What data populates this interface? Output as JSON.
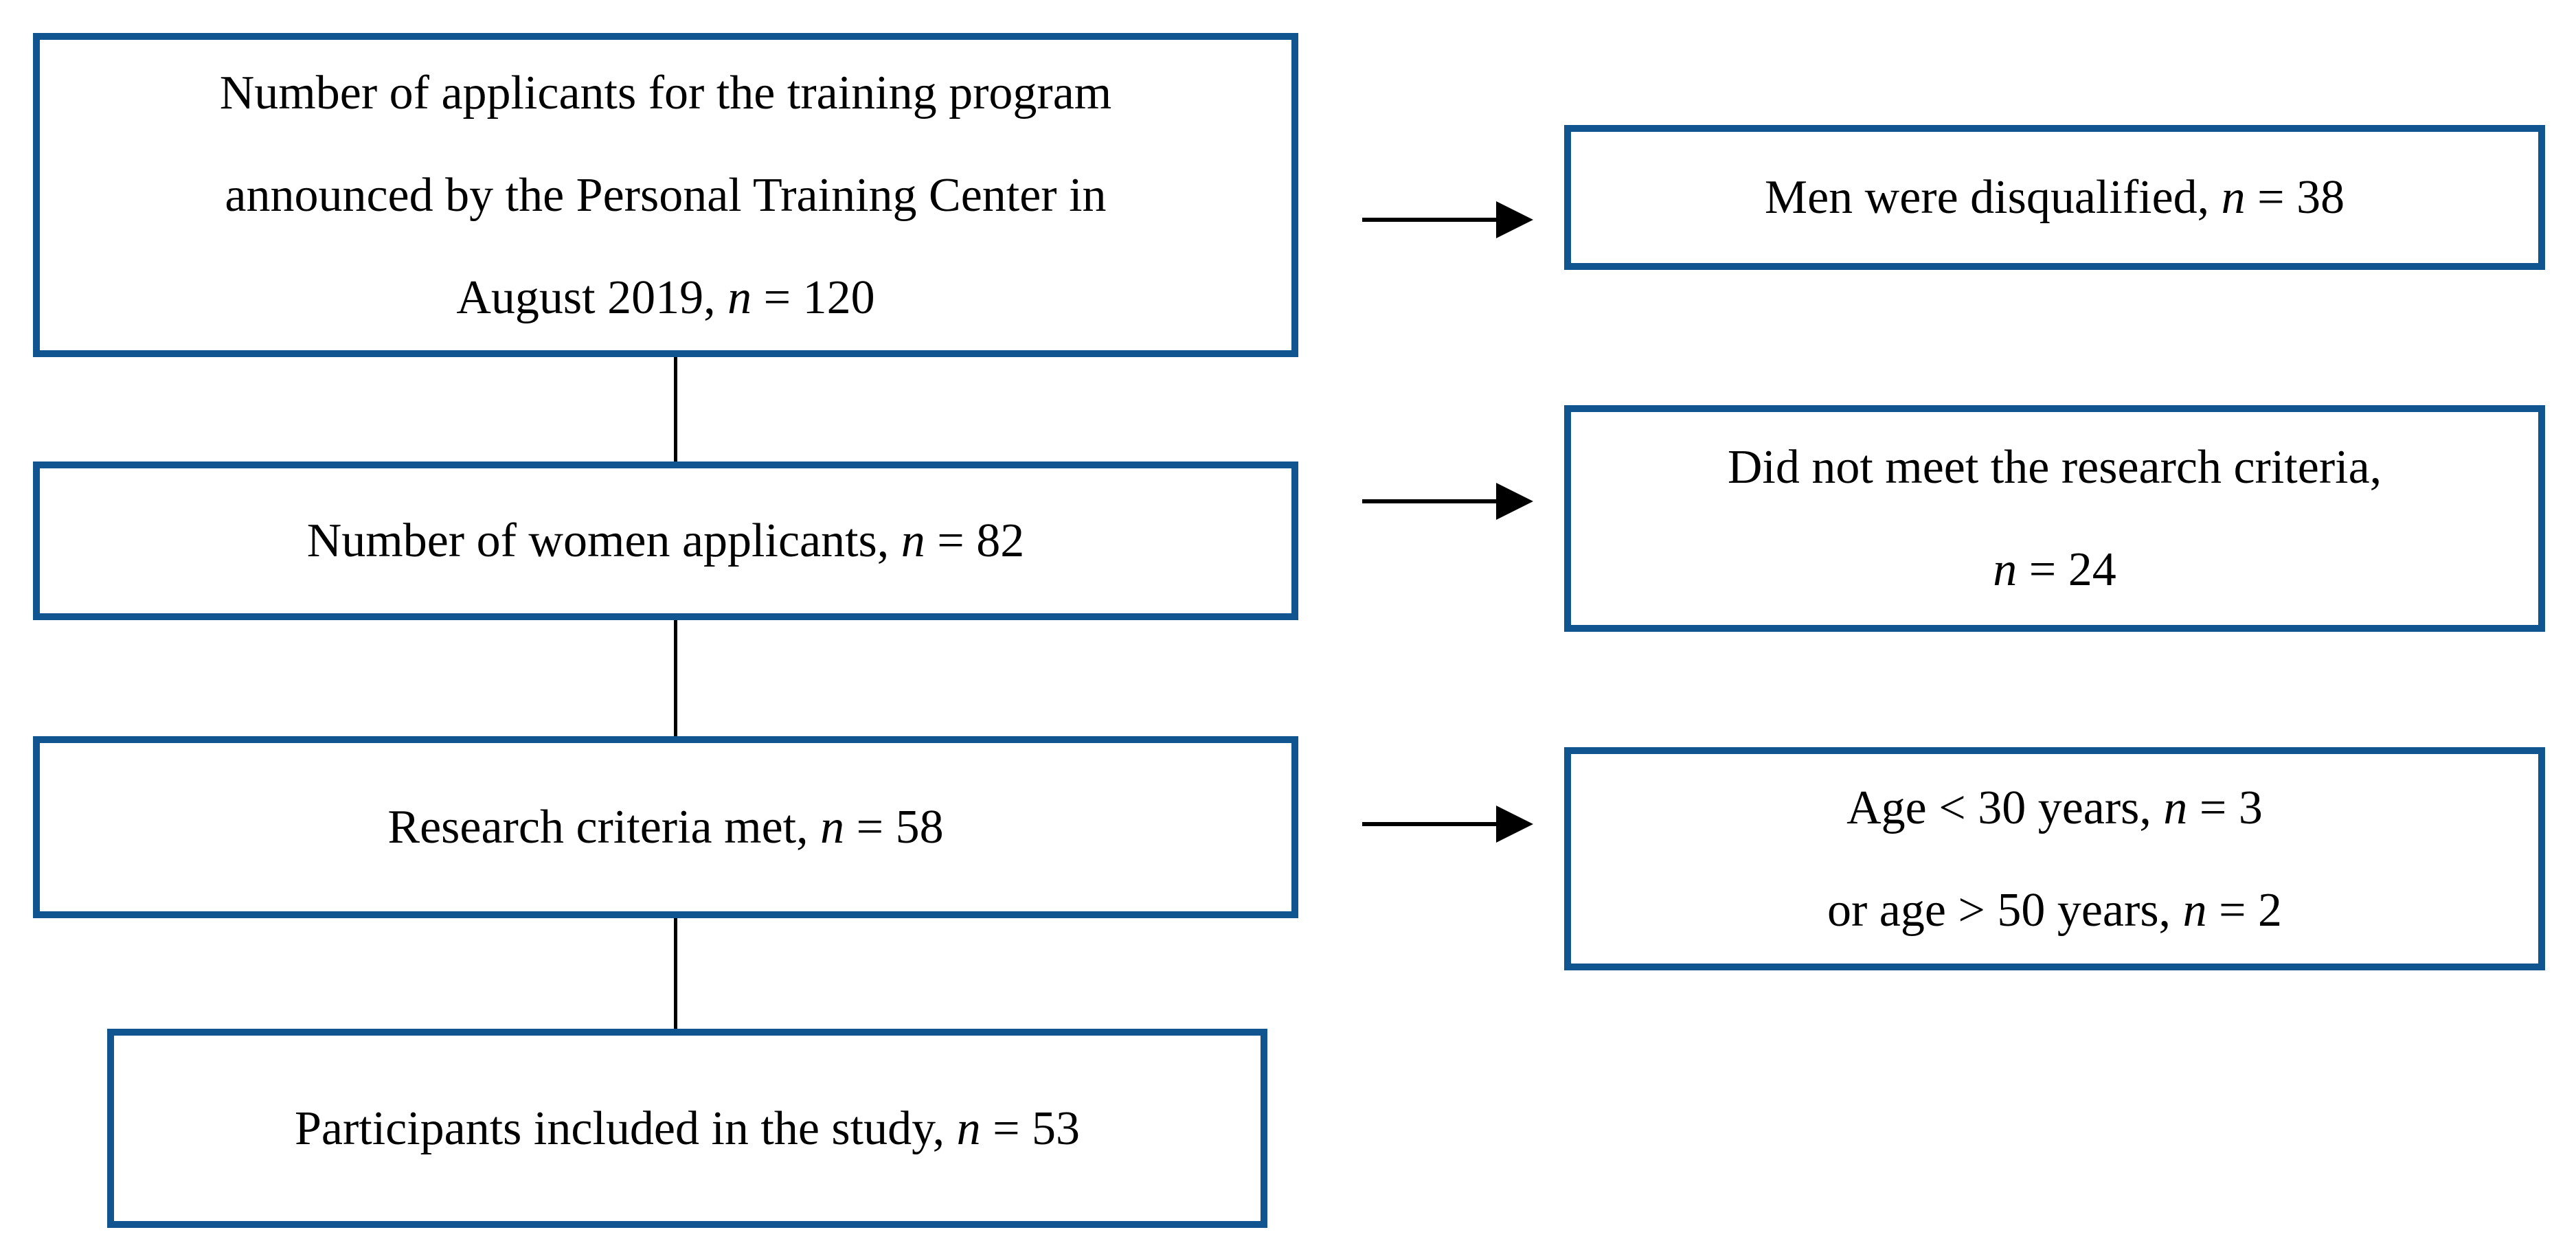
{
  "colors": {
    "box_border": "#105490",
    "connector": "#000000",
    "text": "#000000",
    "background": "#ffffff"
  },
  "flow": {
    "left_boxes": [
      {
        "name": "total-applicants",
        "lines": [
          {
            "pre": "Number of applicants for the training program"
          },
          {
            "pre": "announced by the Personal Training Center in"
          },
          {
            "pre": "August 2019, ",
            "n": "n",
            "post": " = 120"
          }
        ]
      },
      {
        "name": "women-applicants",
        "lines": [
          {
            "pre": "Number of women applicants, ",
            "n": "n",
            "post": " = 82"
          }
        ]
      },
      {
        "name": "research-criteria-met",
        "lines": [
          {
            "pre": "Research criteria met, ",
            "n": "n",
            "post": " = 58"
          }
        ]
      },
      {
        "name": "participants-included",
        "lines": [
          {
            "pre": "Participants included in the study, ",
            "n": "n",
            "post": " = 53"
          }
        ]
      }
    ],
    "right_boxes": [
      {
        "name": "men-disqualified",
        "lines": [
          {
            "pre": "Men were disqualified, ",
            "n": "n",
            "post": " = 38"
          }
        ]
      },
      {
        "name": "did-not-meet-criteria",
        "lines": [
          {
            "pre": "Did not meet the research criteria,"
          },
          {
            "n": "n",
            "post": " = 24"
          }
        ]
      },
      {
        "name": "age-excluded",
        "lines": [
          {
            "pre": "Age < 30 years, ",
            "n": "n",
            "post": " = 3"
          },
          {
            "pre": "or age > 50 years, ",
            "n": "n",
            "post": " = 2"
          }
        ]
      }
    ]
  }
}
